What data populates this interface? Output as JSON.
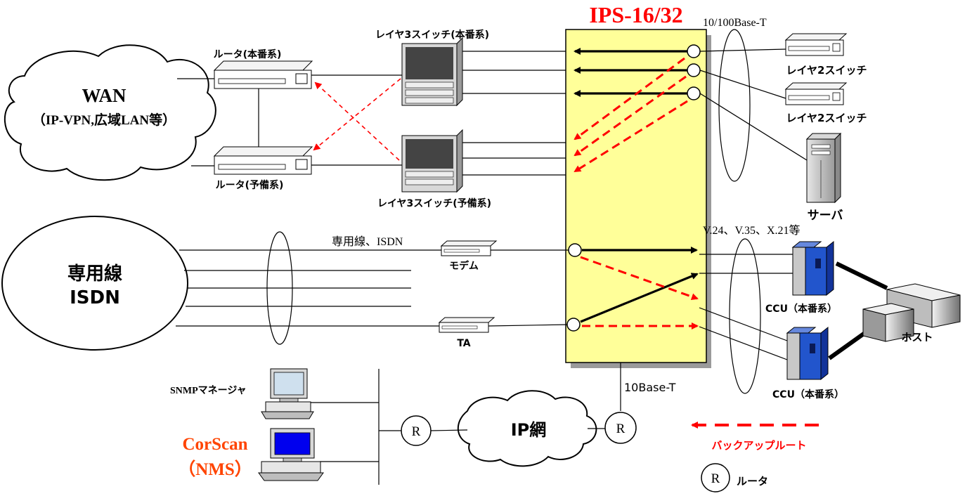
{
  "title": "IPS-16/32",
  "labels": {
    "eth_speed": "10/100Base-T",
    "wan_line1": "WAN",
    "wan_line2": "（IP-VPN,広域LAN等）",
    "router_main": "ルータ(本番系)",
    "router_backup": "ルータ(予備系)",
    "l3_main": "レイヤ3スイッチ(本番系)",
    "l3_backup": "レイヤ3スイッチ(予備系)",
    "l2_switch_1": "レイヤ2スイッチ",
    "l2_switch_2": "レイヤ2スイッチ",
    "server": "サーバ",
    "serial_std": "V.24、V.35、X.21等",
    "leased_isdn_label": "専用線、ISDN",
    "leased_line1": "専用線",
    "leased_line2": "ISDN",
    "modem": "モデム",
    "ta": "TA",
    "ccu_main_1": "CCU（本番系）",
    "ccu_main_2": "CCU（本番系）",
    "host": "ホスト",
    "base_t": "10Base-T",
    "snmp_manager": "SNMPマネージャ",
    "corscan": "CorScan",
    "nms": "（NMS）",
    "ip_network": "IP網",
    "router_symbol": "R",
    "legend_backup_route": "バックアップルート",
    "legend_router": "ルータ"
  },
  "colors": {
    "ips_fill": "#ffff99",
    "backup_route": "#ff0000",
    "title": "#ff0000",
    "corscan": "#ff4400",
    "ccu_blue": "#2255cc"
  }
}
